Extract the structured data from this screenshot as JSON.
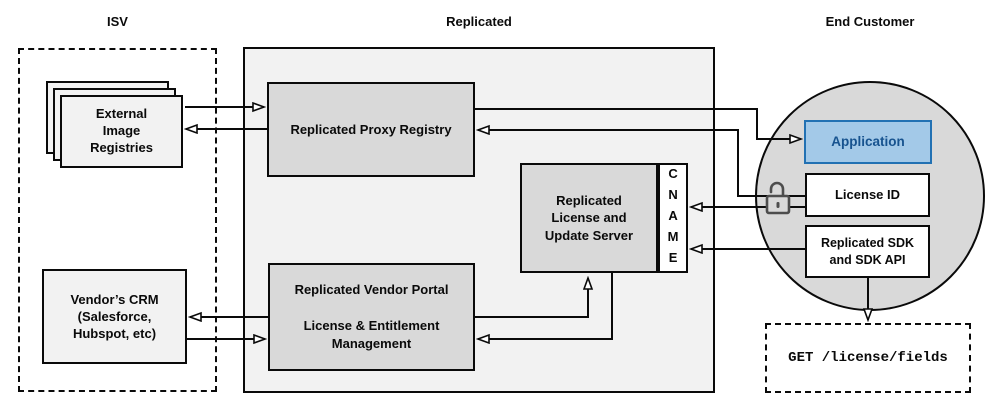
{
  "sections": {
    "isv": {
      "label": "ISV"
    },
    "replicated": {
      "label": "Replicated"
    },
    "end_customer": {
      "label": "End Customer"
    }
  },
  "nodes": {
    "external_image_registries": {
      "label": "External\nImage\nRegistries"
    },
    "vendors_crm": {
      "label": "Vendor’s CRM\n(Salesforce,\nHubspot, etc)"
    },
    "replicated_proxy_registry": {
      "label": "Replicated Proxy Registry"
    },
    "replicated_license_update_server": {
      "label": "Replicated\nLicense and\nUpdate Server"
    },
    "cname": {
      "label": "CNAME"
    },
    "replicated_vendor_portal": {
      "label": "Replicated Vendor Portal\n\nLicense & Entitlement\nManagement"
    },
    "application": {
      "label": "Application"
    },
    "license_id": {
      "label": "License ID"
    },
    "replicated_sdk": {
      "label": "Replicated SDK\nand SDK API"
    },
    "get_license_fields": {
      "label": "GET /license/fields"
    }
  },
  "icons": {
    "lock": "unlocked-padlock-icon"
  },
  "colors": {
    "panel_light_gray": "#f2f2f2",
    "node_gray": "#d9d9d9",
    "application_fill": "#a3c9e8",
    "application_border": "#2271b3",
    "application_text": "#17538f",
    "line_black": "#0a0a0a",
    "lock_gray": "#4d4d4d"
  }
}
